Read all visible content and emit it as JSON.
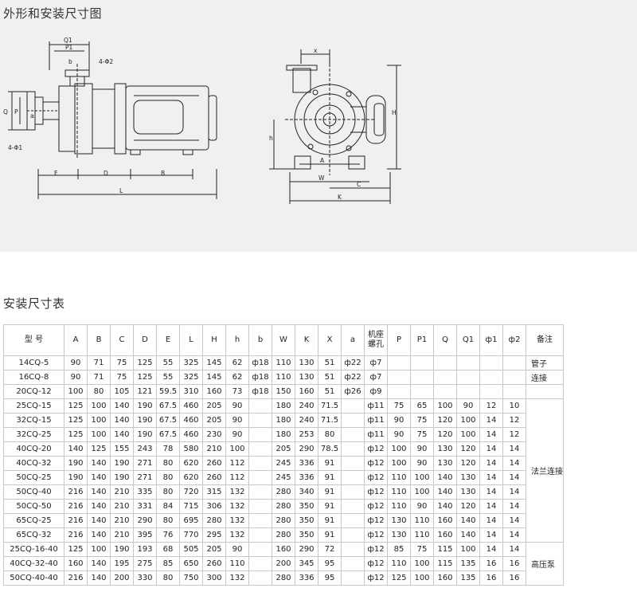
{
  "section1_title": "外形和安装尺寸图",
  "section2_title": "安装尺寸表",
  "drawing_labels": {
    "front": [
      "Q1",
      "P1",
      "b",
      "4-Φ2",
      "Q",
      "P",
      "a",
      "4-Φ1",
      "E",
      "D",
      "B",
      "L"
    ],
    "side": [
      "x",
      "H",
      "h",
      "A",
      "W",
      "C",
      "K"
    ]
  },
  "table": {
    "headers": [
      "型 号",
      "A",
      "B",
      "C",
      "D",
      "E",
      "L",
      "H",
      "h",
      "b",
      "W",
      "K",
      "X",
      "a",
      "机座螺孔",
      "P",
      "P1",
      "Q",
      "Q1",
      "ф1",
      "ф2",
      "备注"
    ],
    "rows": [
      [
        "14CQ-5",
        "90",
        "71",
        "75",
        "125",
        "55",
        "325",
        "145",
        "62",
        "ф18",
        "110",
        "130",
        "51",
        "ф22",
        "ф7",
        "",
        "",
        "",
        "",
        "",
        ""
      ],
      [
        "16CQ-8",
        "90",
        "71",
        "75",
        "125",
        "55",
        "325",
        "145",
        "62",
        "ф18",
        "110",
        "130",
        "51",
        "ф22",
        "ф7",
        "",
        "",
        "",
        "",
        "",
        ""
      ],
      [
        "20CQ-12",
        "100",
        "80",
        "105",
        "121",
        "59.5",
        "310",
        "160",
        "73",
        "ф18",
        "150",
        "160",
        "51",
        "ф26",
        "ф9",
        "",
        "",
        "",
        "",
        "",
        ""
      ],
      [
        "25CQ-15",
        "125",
        "100",
        "140",
        "190",
        "67.5",
        "460",
        "205",
        "90",
        "",
        "180",
        "240",
        "71.5",
        "",
        "ф11",
        "75",
        "65",
        "100",
        "90",
        "12",
        "10"
      ],
      [
        "32CQ-15",
        "125",
        "100",
        "140",
        "190",
        "67.5",
        "460",
        "205",
        "90",
        "",
        "180",
        "240",
        "71.5",
        "",
        "ф11",
        "90",
        "75",
        "120",
        "100",
        "14",
        "12"
      ],
      [
        "32CQ-25",
        "125",
        "100",
        "140",
        "190",
        "67.5",
        "460",
        "230",
        "90",
        "",
        "180",
        "253",
        "80",
        "",
        "ф11",
        "90",
        "75",
        "120",
        "100",
        "14",
        "12"
      ],
      [
        "40CQ-20",
        "140",
        "125",
        "155",
        "243",
        "78",
        "580",
        "210",
        "100",
        "",
        "205",
        "290",
        "78.5",
        "",
        "ф12",
        "100",
        "90",
        "130",
        "120",
        "14",
        "14"
      ],
      [
        "40CQ-32",
        "190",
        "140",
        "190",
        "271",
        "80",
        "620",
        "260",
        "112",
        "",
        "245",
        "336",
        "91",
        "",
        "ф12",
        "100",
        "90",
        "130",
        "120",
        "14",
        "14"
      ],
      [
        "50CQ-25",
        "190",
        "140",
        "190",
        "271",
        "80",
        "620",
        "260",
        "112",
        "",
        "245",
        "336",
        "91",
        "",
        "ф12",
        "110",
        "100",
        "140",
        "130",
        "14",
        "14"
      ],
      [
        "50CQ-40",
        "216",
        "140",
        "210",
        "335",
        "80",
        "720",
        "315",
        "132",
        "",
        "280",
        "340",
        "91",
        "",
        "ф12",
        "110",
        "100",
        "140",
        "130",
        "14",
        "14"
      ],
      [
        "50CQ-50",
        "216",
        "140",
        "210",
        "331",
        "84",
        "715",
        "306",
        "132",
        "",
        "280",
        "350",
        "91",
        "",
        "ф12",
        "110",
        "90",
        "140",
        "120",
        "14",
        "14"
      ],
      [
        "65CQ-25",
        "216",
        "140",
        "210",
        "290",
        "80",
        "695",
        "280",
        "132",
        "",
        "280",
        "350",
        "91",
        "",
        "ф12",
        "130",
        "110",
        "160",
        "140",
        "14",
        "14"
      ],
      [
        "65CQ-32",
        "216",
        "140",
        "210",
        "395",
        "76",
        "770",
        "295",
        "132",
        "",
        "280",
        "350",
        "91",
        "",
        "ф12",
        "130",
        "110",
        "160",
        "140",
        "14",
        "14"
      ],
      [
        "25CQ-16-40",
        "125",
        "100",
        "190",
        "193",
        "68",
        "505",
        "205",
        "90",
        "",
        "160",
        "290",
        "72",
        "",
        "ф12",
        "85",
        "75",
        "115",
        "100",
        "14",
        "14"
      ],
      [
        "40CQ-32-40",
        "160",
        "140",
        "195",
        "275",
        "85",
        "650",
        "260",
        "110",
        "",
        "200",
        "345",
        "95",
        "",
        "ф12",
        "110",
        "100",
        "115",
        "135",
        "16",
        "16"
      ],
      [
        "50CQ-40-40",
        "216",
        "140",
        "200",
        "330",
        "80",
        "750",
        "300",
        "132",
        "",
        "280",
        "336",
        "95",
        "",
        "ф12",
        "125",
        "100",
        "160",
        "135",
        "16",
        "16"
      ]
    ],
    "notes": [
      {
        "row": 0,
        "span": 1,
        "text": "管子"
      },
      {
        "row": 1,
        "span": 1,
        "text": "连接"
      },
      {
        "row": 2,
        "span": 1,
        "text": ""
      },
      {
        "row": 3,
        "span": 10,
        "text": "法兰连接"
      },
      {
        "row": 13,
        "span": 3,
        "text": "高压泵"
      }
    ]
  }
}
